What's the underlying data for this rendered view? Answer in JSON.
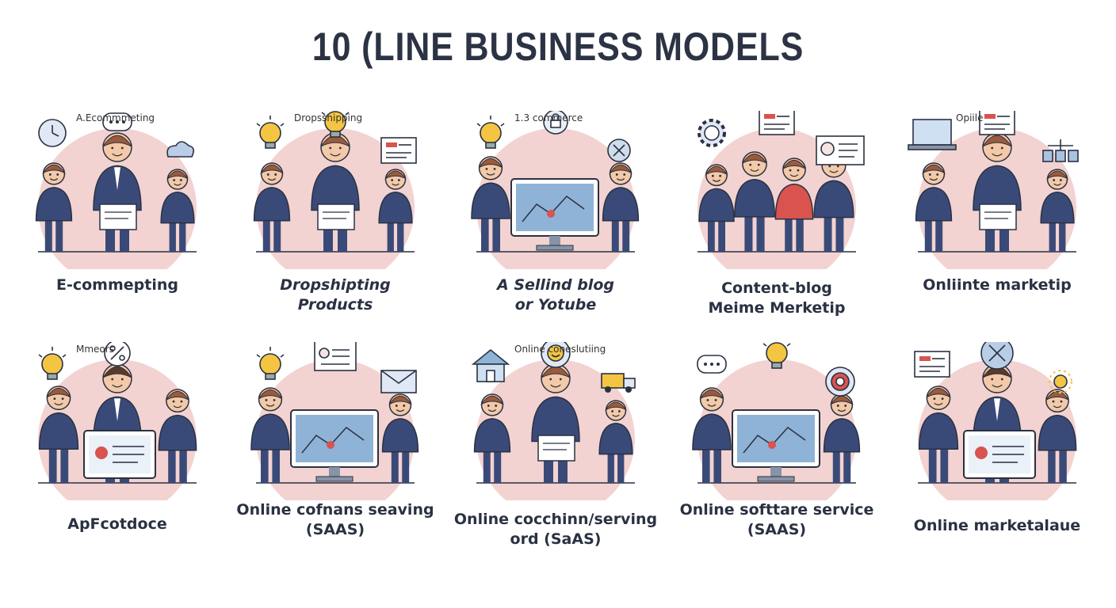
{
  "title": "10 (LINE BUSINESS MODELS",
  "colors": {
    "circle": "#f2d3d1",
    "navy": "#3a4a78",
    "skin": "#f3c9a8",
    "hair": "#9a5b3c",
    "accent": "#d9534f",
    "yellow": "#f4c542",
    "screen": "#8fb3d6"
  },
  "cards": [
    {
      "caption": [
        "E-commepting"
      ],
      "italic": false,
      "label": "A.Ecommmeting",
      "icons": [
        "clock-icon",
        "speech-bubble-icon",
        "cloud-icon"
      ]
    },
    {
      "caption": [
        "Dropshipting",
        "Products"
      ],
      "italic": true,
      "label": "Dropsshipping",
      "icons": [
        "lightbulb-icon",
        "lightbulb-icon",
        "chart-icon"
      ]
    },
    {
      "caption": [
        "A Sellind blog",
        "or Yotube"
      ],
      "italic": true,
      "label": "1.3 commerce",
      "icons": [
        "lightbulb-icon",
        "lock-icon",
        "close-icon"
      ]
    },
    {
      "caption": [
        "Content-blog",
        "Meime Merketip"
      ],
      "italic": false,
      "label": "",
      "icons": [
        "gear-icon",
        "chart-icon",
        "card-icon"
      ]
    },
    {
      "caption": [
        "Onliinte marketip"
      ],
      "italic": false,
      "label": "Opiile",
      "icons": [
        "laptop-icon",
        "chart-icon",
        "network-icon"
      ]
    },
    {
      "caption": [
        "ApFcotdoce"
      ],
      "italic": false,
      "label": "Mmeors",
      "icons": [
        "lightbulb-icon",
        "percent-icon"
      ]
    },
    {
      "caption": [
        "Online cofnans seaving",
        "(SAAS)"
      ],
      "italic": false,
      "label": "",
      "icons": [
        "lightbulb-icon",
        "document-icon",
        "mail-icon"
      ]
    },
    {
      "caption": [
        "Online cocchinn/serving",
        "ord (SaAS)"
      ],
      "italic": false,
      "label": "Online coneslutiing",
      "icons": [
        "house-icon",
        "smiley-icon",
        "truck-icon"
      ]
    },
    {
      "caption": [
        "Online softtare service",
        "(SAAS)"
      ],
      "italic": false,
      "label": "",
      "icons": [
        "speech-bubble-icon",
        "lightbulb-icon",
        "target-icon"
      ]
    },
    {
      "caption": [
        "Online marketalaue"
      ],
      "italic": false,
      "label": "",
      "icons": [
        "chart-icon",
        "tools-icon",
        "sun-icon"
      ]
    }
  ]
}
